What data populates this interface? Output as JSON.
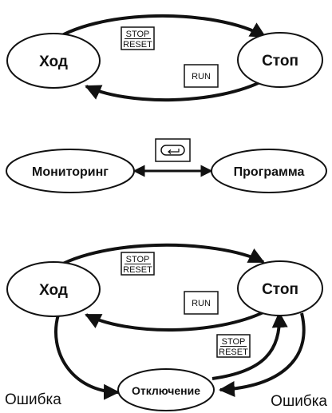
{
  "diagram1": {
    "node_run": "Ход",
    "node_stop": "Стоп",
    "key_stop": "STOP",
    "key_reset": "RESET",
    "key_run": "RUN"
  },
  "diagram2": {
    "node_monitoring": "Мониторинг",
    "node_program": "Программа",
    "key_icon": "return-key-icon"
  },
  "diagram3": {
    "node_run": "Ход",
    "node_stop": "Стоп",
    "node_trip": "Отключение",
    "key_stop_top": "STOP",
    "key_reset_top": "RESET",
    "key_run": "RUN",
    "key_stop_side": "STOP",
    "key_reset_side": "RESET",
    "label_error_left": "Ошибка",
    "label_error_right": "Ошибка"
  }
}
